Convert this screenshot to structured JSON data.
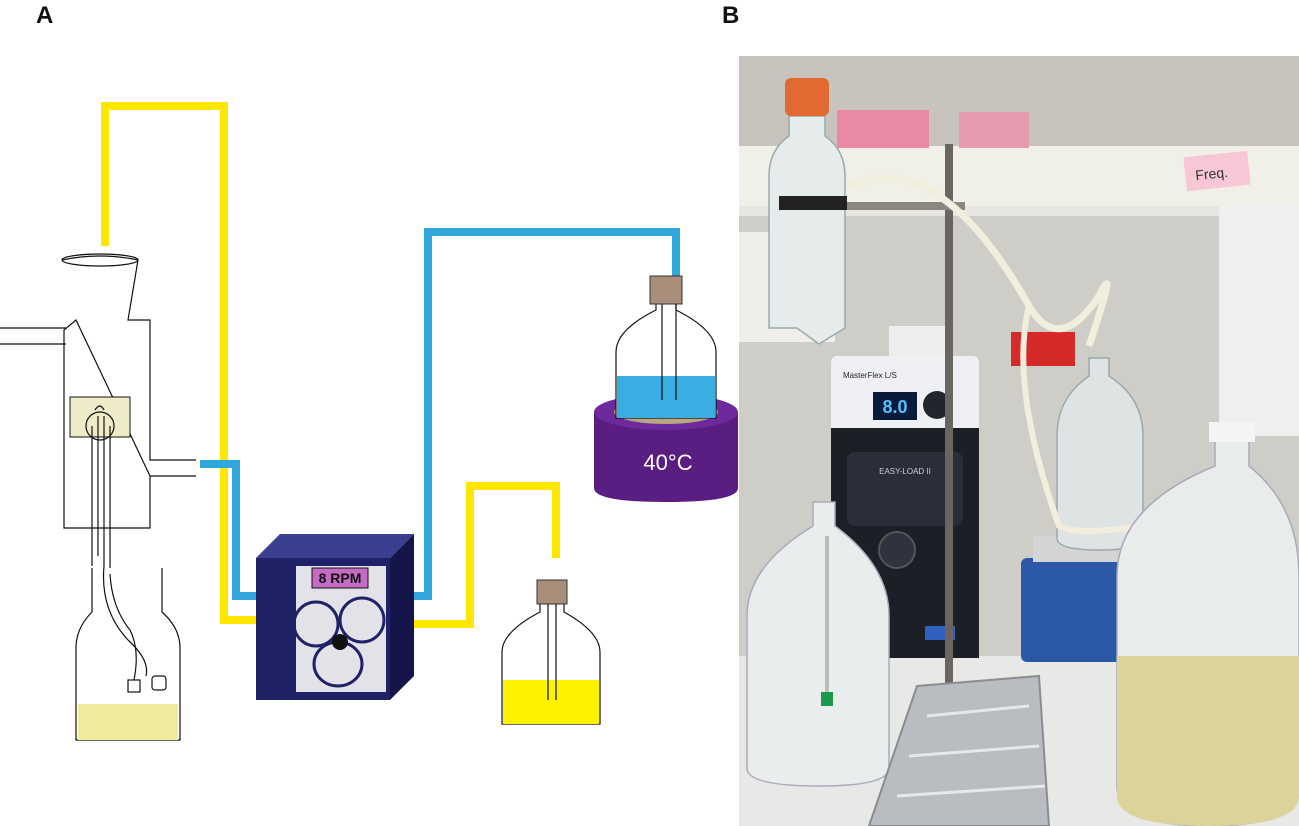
{
  "panels": {
    "a_label": "A",
    "b_label": "B"
  },
  "diagram": {
    "pump_display": "8 RPM",
    "bath_temperature": "40°C"
  },
  "photo": {
    "pump_brand_label": "MasterFlex L/S",
    "pump_readout": "8.0",
    "pump_head_label": "EASY-LOAD II",
    "sticky_note": "Freq."
  },
  "colors": {
    "yellow_tube": "#ffe600",
    "blue_tube": "#33a6dc",
    "pump_body": "#1f2266",
    "heater": "#5a1d82",
    "bottle_cap": "#a88d7a",
    "blue_liquid": "#3aaee3",
    "yellow_liquid": "#fff200",
    "pale_liquid": "#f0ec9c"
  }
}
